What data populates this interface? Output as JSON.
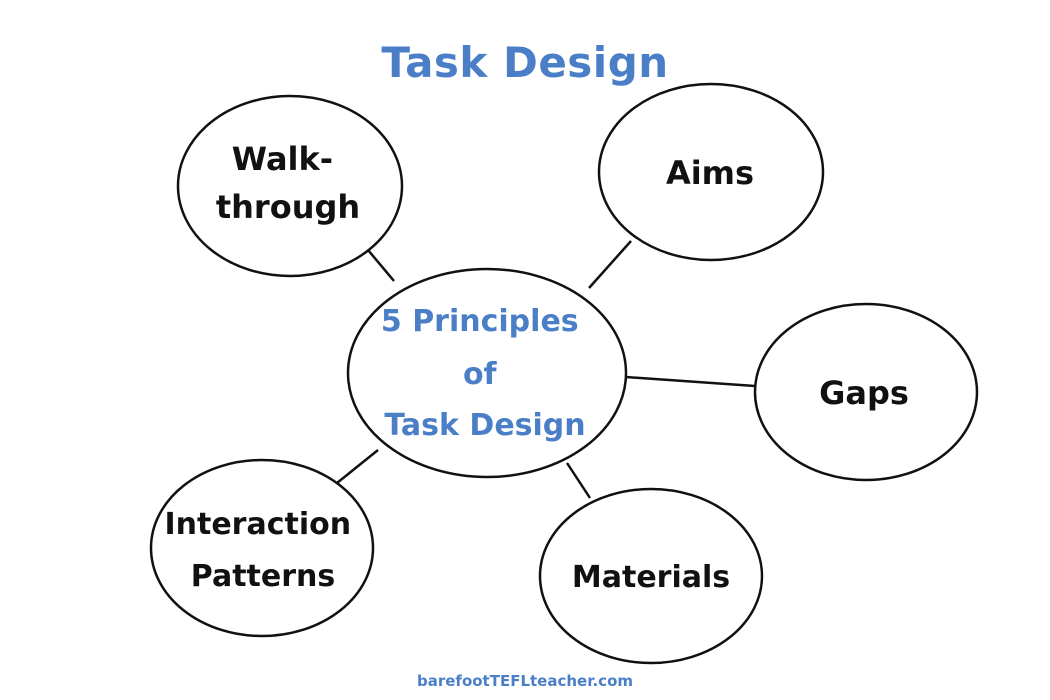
{
  "title": "Task Design",
  "footer": "barefootTEFLteacher.com",
  "colors": {
    "accent": "#4A7FC8",
    "outline": "#111111",
    "text": "#111111",
    "background": "#ffffff"
  },
  "center": {
    "lines": [
      "5 Principles",
      "of",
      "Task Design"
    ]
  },
  "nodes": [
    {
      "id": "walkthrough",
      "lines": [
        "Walk-",
        "through"
      ]
    },
    {
      "id": "aims",
      "lines": [
        "Aims"
      ]
    },
    {
      "id": "gaps",
      "lines": [
        "Gaps"
      ]
    },
    {
      "id": "materials",
      "lines": [
        "Materials"
      ]
    },
    {
      "id": "interaction",
      "lines": [
        "Interaction",
        "Patterns"
      ]
    }
  ]
}
